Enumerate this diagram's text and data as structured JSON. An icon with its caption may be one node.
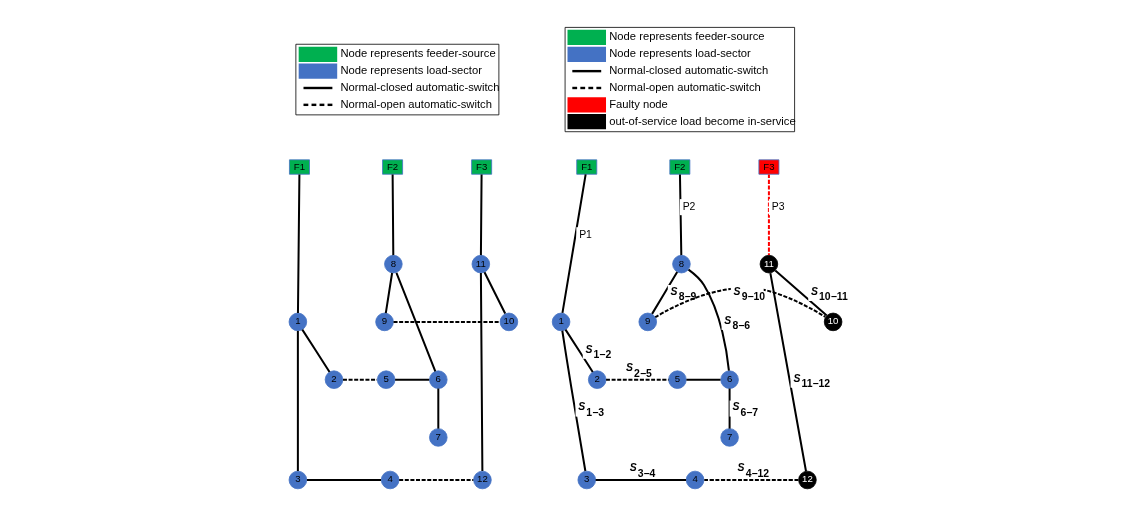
{
  "diagram": {
    "nodes": [
      {
        "text": [
          "F1"
        ]
      },
      {
        "text": [
          "F2"
        ]
      },
      {
        "text": [
          "F3"
        ]
      },
      {
        "text": [
          "1"
        ]
      },
      {
        "text": [
          "2"
        ]
      },
      {
        "text": [
          "3"
        ]
      },
      {
        "text": [
          "4"
        ]
      },
      {
        "text": [
          "5"
        ]
      },
      {
        "text": [
          "6"
        ]
      },
      {
        "text": [
          "7"
        ]
      },
      {
        "text": [
          "8"
        ]
      },
      {
        "text": [
          "9"
        ]
      },
      {
        "text": [
          "10"
        ]
      },
      {
        "text": [
          "11"
        ]
      },
      {
        "text": [
          "12"
        ]
      },
      {
        "text": [
          "F1"
        ]
      },
      {
        "text": [
          "F2"
        ]
      },
      {
        "text": [
          "F3"
        ]
      },
      {
        "text": [
          "1"
        ]
      },
      {
        "text": [
          "2"
        ]
      },
      {
        "text": [
          "3"
        ]
      },
      {
        "text": [
          "4"
        ]
      },
      {
        "text": [
          "5"
        ]
      },
      {
        "text": [
          "6"
        ]
      },
      {
        "text": [
          "7"
        ]
      },
      {
        "text": [
          "8"
        ]
      },
      {
        "text": [
          "9"
        ]
      },
      {
        "text": [
          "10"
        ]
      },
      {
        "text": [
          "11"
        ]
      },
      {
        "text": [
          "12"
        ]
      }
    ],
    "edges": [
      {
        "from": 0,
        "to": 3,
        "arrow": "none"
      },
      {
        "from": 3,
        "to": 4,
        "arrow": "none"
      },
      {
        "from": 3,
        "to": 5,
        "arrow": "none"
      },
      {
        "from": 4,
        "to": 7,
        "arrow": "none",
        "style": "dashed"
      },
      {
        "from": 7,
        "to": 8,
        "arrow": "none"
      },
      {
        "from": 1,
        "to": 10,
        "arrow": "none"
      },
      {
        "from": 10,
        "to": 8,
        "arrow": "none"
      },
      {
        "from": 8,
        "to": 9,
        "arrow": "none"
      },
      {
        "from": 10,
        "to": 11,
        "arrow": "none"
      },
      {
        "from": 11,
        "to": 12,
        "arrow": "none",
        "style": "dashed"
      },
      {
        "from": 12,
        "to": 13,
        "arrow": "none"
      },
      {
        "from": 2,
        "to": 13,
        "arrow": "none"
      },
      {
        "from": 13,
        "to": 14,
        "arrow": "none"
      },
      {
        "from": 5,
        "to": 6,
        "arrow": "none"
      },
      {
        "from": 6,
        "to": 14,
        "arrow": "none",
        "style": "dashed"
      },
      {
        "from": 15,
        "to": 18,
        "arrow": "none",
        "label": "P1"
      },
      {
        "from": 18,
        "to": 19,
        "arrow": "none",
        "label": "S$_{1−2}$"
      },
      {
        "from": 18,
        "to": 20,
        "arrow": "none",
        "label": "S$_{1−3}$"
      },
      {
        "from": 19,
        "to": 22,
        "arrow": "none",
        "style": "dashed",
        "label": "S$_{2−5}$"
      },
      {
        "from": 22,
        "to": 23,
        "arrow": "none"
      },
      {
        "from": 16,
        "to": 25,
        "arrow": "none",
        "label": "P2"
      },
      {
        "from": 25,
        "to": 23,
        "arrow": "none",
        "label": "S$_{8−6}$"
      },
      {
        "from": 23,
        "to": 24,
        "arrow": "none",
        "label": "S$_{6−7}$"
      },
      {
        "from": 25,
        "to": 26,
        "arrow": "none",
        "label": "S$_{8−9}$"
      },
      {
        "from": 26,
        "to": 27,
        "arrow": "none",
        "style": "dashed",
        "label": "S$_{9−10}$"
      },
      {
        "from": 27,
        "to": 28,
        "arrow": "none",
        "label": "S$_{10−11}$"
      },
      {
        "from": 17,
        "to": 28,
        "arrow": "none",
        "style": "dashed",
        "color": "#ff0000",
        "label": "P3"
      },
      {
        "from": 28,
        "to": 29,
        "arrow": "none",
        "label": "S$_{11−12}$"
      },
      {
        "from": 20,
        "to": 21,
        "arrow": "none",
        "label": "S$_{3−4}$"
      },
      {
        "from": 21,
        "to": 29,
        "arrow": "none",
        "style": "dashed",
        "label": "S$_{4−12}$"
      }
    ],
    "legend": [
      {
        "text": "Node represents feeder-source",
        "color": "#00b050"
      },
      {
        "text": "Node represents load-sector",
        "color": "#4472c4"
      },
      {
        "text": "Normal-closed automatic-switch"
      },
      {
        "text": "Normal-open automatic-switch"
      },
      {
        "text": "Node represents feeder-source",
        "color": "#00b050"
      },
      {
        "text": "Node represents load-sector",
        "color": "#4472c4"
      },
      {
        "text": "Normal-closed automatic-switch"
      },
      {
        "text": "Normal-open automatic-switch"
      },
      {
        "text": "Faulty node",
        "color": "#ff0000"
      },
      {
        "text": "out-of-service load become in-service",
        "color": "#000000"
      }
    ]
  }
}
